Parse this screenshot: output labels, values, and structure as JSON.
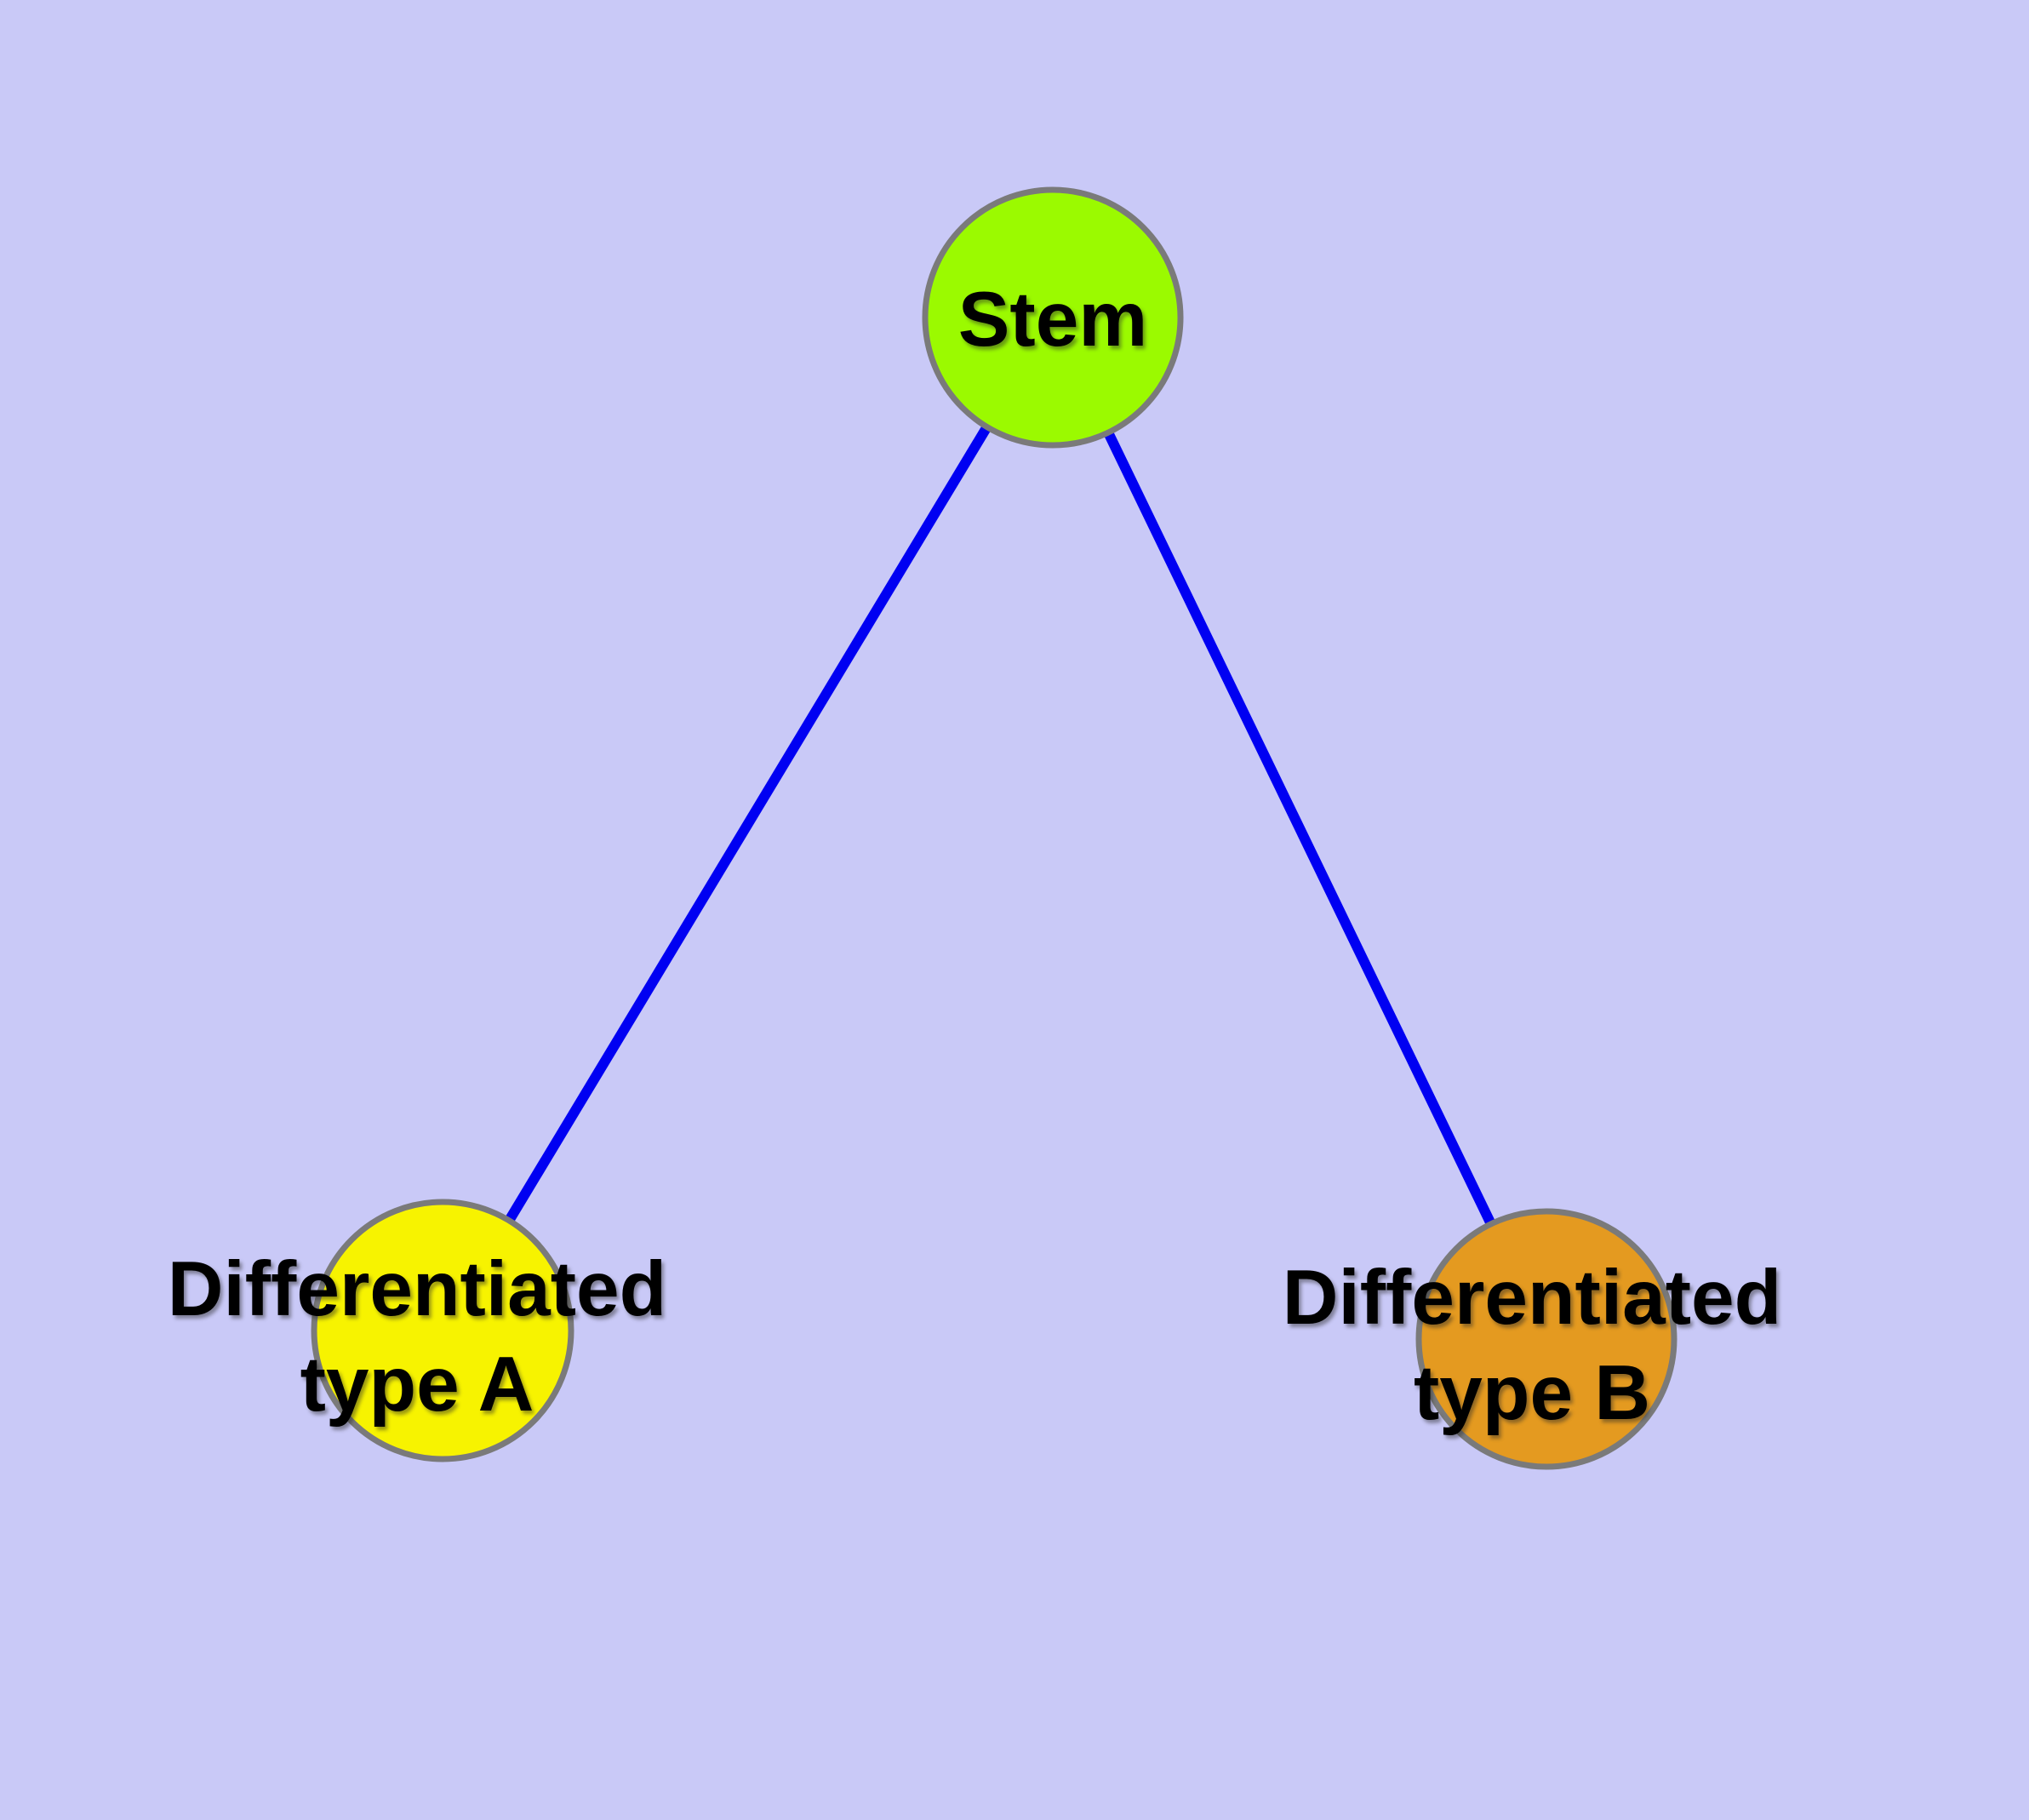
{
  "diagram": {
    "type": "graph",
    "background_color": "#C9C9F7",
    "node_border_color": "#7A7A7A",
    "nodes": {
      "stem": {
        "label": "Stem",
        "fill_color": "#9BFA00"
      },
      "differentiated_type_a": {
        "label_line1": "Differentiated",
        "label_line2": "type A",
        "fill_color": "#F7F300"
      },
      "differentiated_type_b": {
        "label_line1": "Differentiated",
        "label_line2": "type B",
        "fill_color": "#E49A20"
      }
    },
    "edges": {
      "stem_to_type_a": {
        "from": "Stem",
        "to": "Differentiated type A",
        "color": "#0000F2"
      },
      "stem_to_type_b": {
        "from": "Stem",
        "to": "Differentiated type B",
        "color": "#0000F2"
      }
    }
  }
}
